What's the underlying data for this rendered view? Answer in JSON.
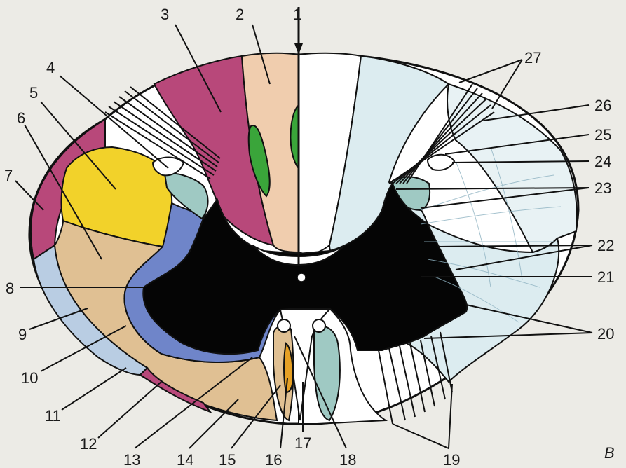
{
  "figure": {
    "corner_letter": "B",
    "labels": [
      "1",
      "2",
      "3",
      "4",
      "5",
      "6",
      "7",
      "8",
      "9",
      "10",
      "11",
      "12",
      "13",
      "14",
      "15",
      "16",
      "17",
      "18",
      "19",
      "20",
      "21",
      "22",
      "23",
      "24",
      "25",
      "26",
      "27"
    ]
  },
  "colors": {
    "background": "#ecebe6",
    "gray_matter": "#050505",
    "posterior_columns_left": "#f0cdae",
    "posterior_columns_right": "#ffffff",
    "lateral_corticospinal_tract": "#f2d22a",
    "posterior_spinocerebellar_tract": "#b8487a",
    "anterior_spinocerebellar_tract": "#e0c093",
    "fasciculus_proprius": "#6f85c9",
    "anterior_funiculus_right": "#bcd9e4",
    "lateral_funiculus_right": "#dcecf0",
    "green_tract": "#3aa53a",
    "teal_region": "#9fc9c3",
    "orange_tract": "#e6a024"
  }
}
